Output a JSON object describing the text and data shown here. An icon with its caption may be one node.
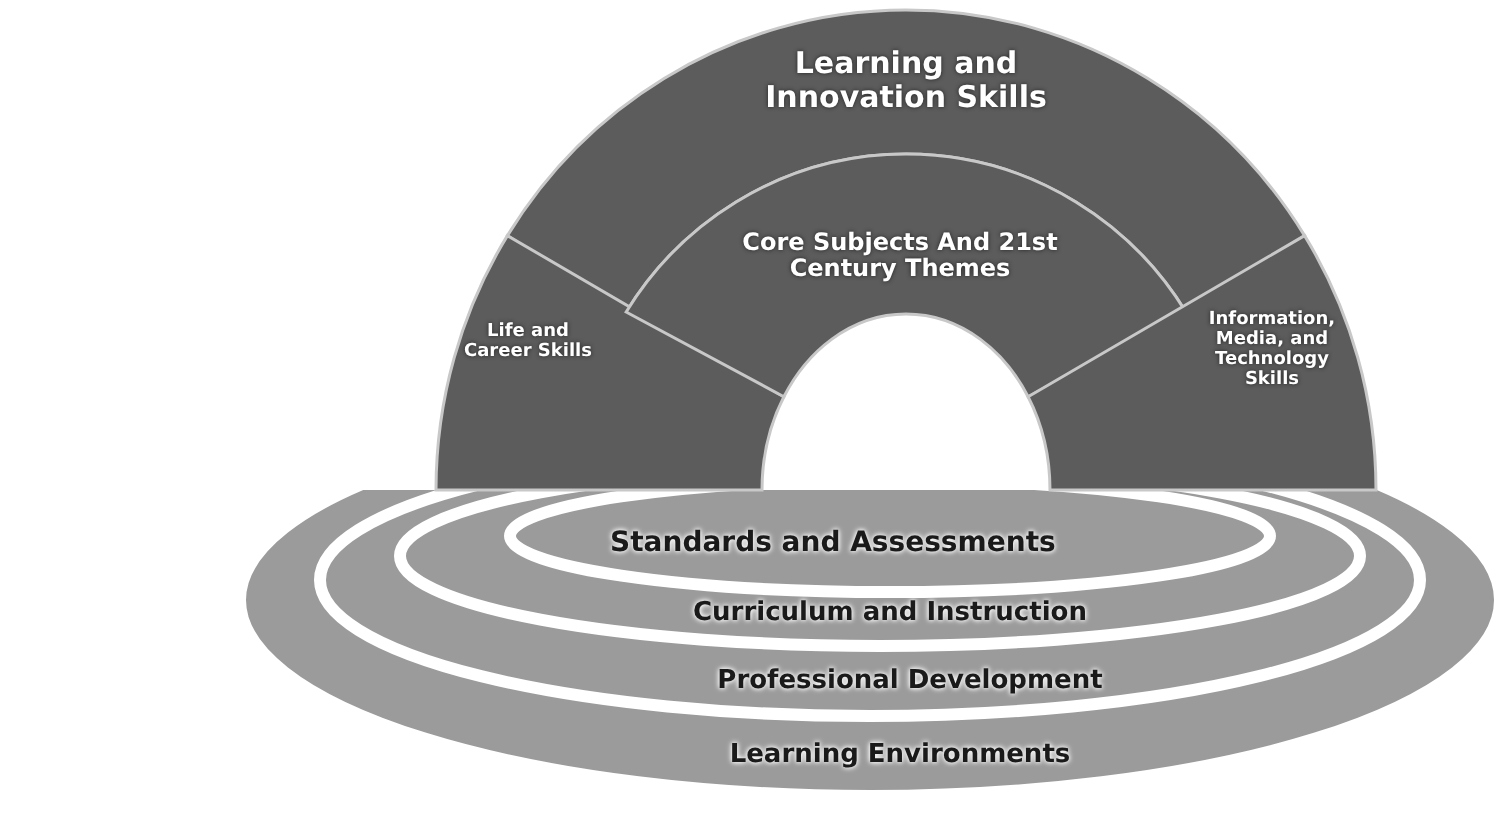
{
  "diagram": {
    "nodes": [
      {
        "text": [
          "Learning and Innovation Skills"
        ]
      },
      {
        "text": [
          "Life and Career Skills"
        ]
      },
      {
        "text": [
          "Core Subjects And 21st Century Themes"
        ]
      },
      {
        "text": [
          "Information, Media, and Technology Skills"
        ]
      },
      {
        "text": [
          "Standards and Assessments"
        ]
      },
      {
        "text": [
          "Curriculum and Instruction"
        ]
      },
      {
        "text": [
          "Professional Development"
        ]
      },
      {
        "text": [
          "Learning Environments"
        ]
      }
    ]
  }
}
